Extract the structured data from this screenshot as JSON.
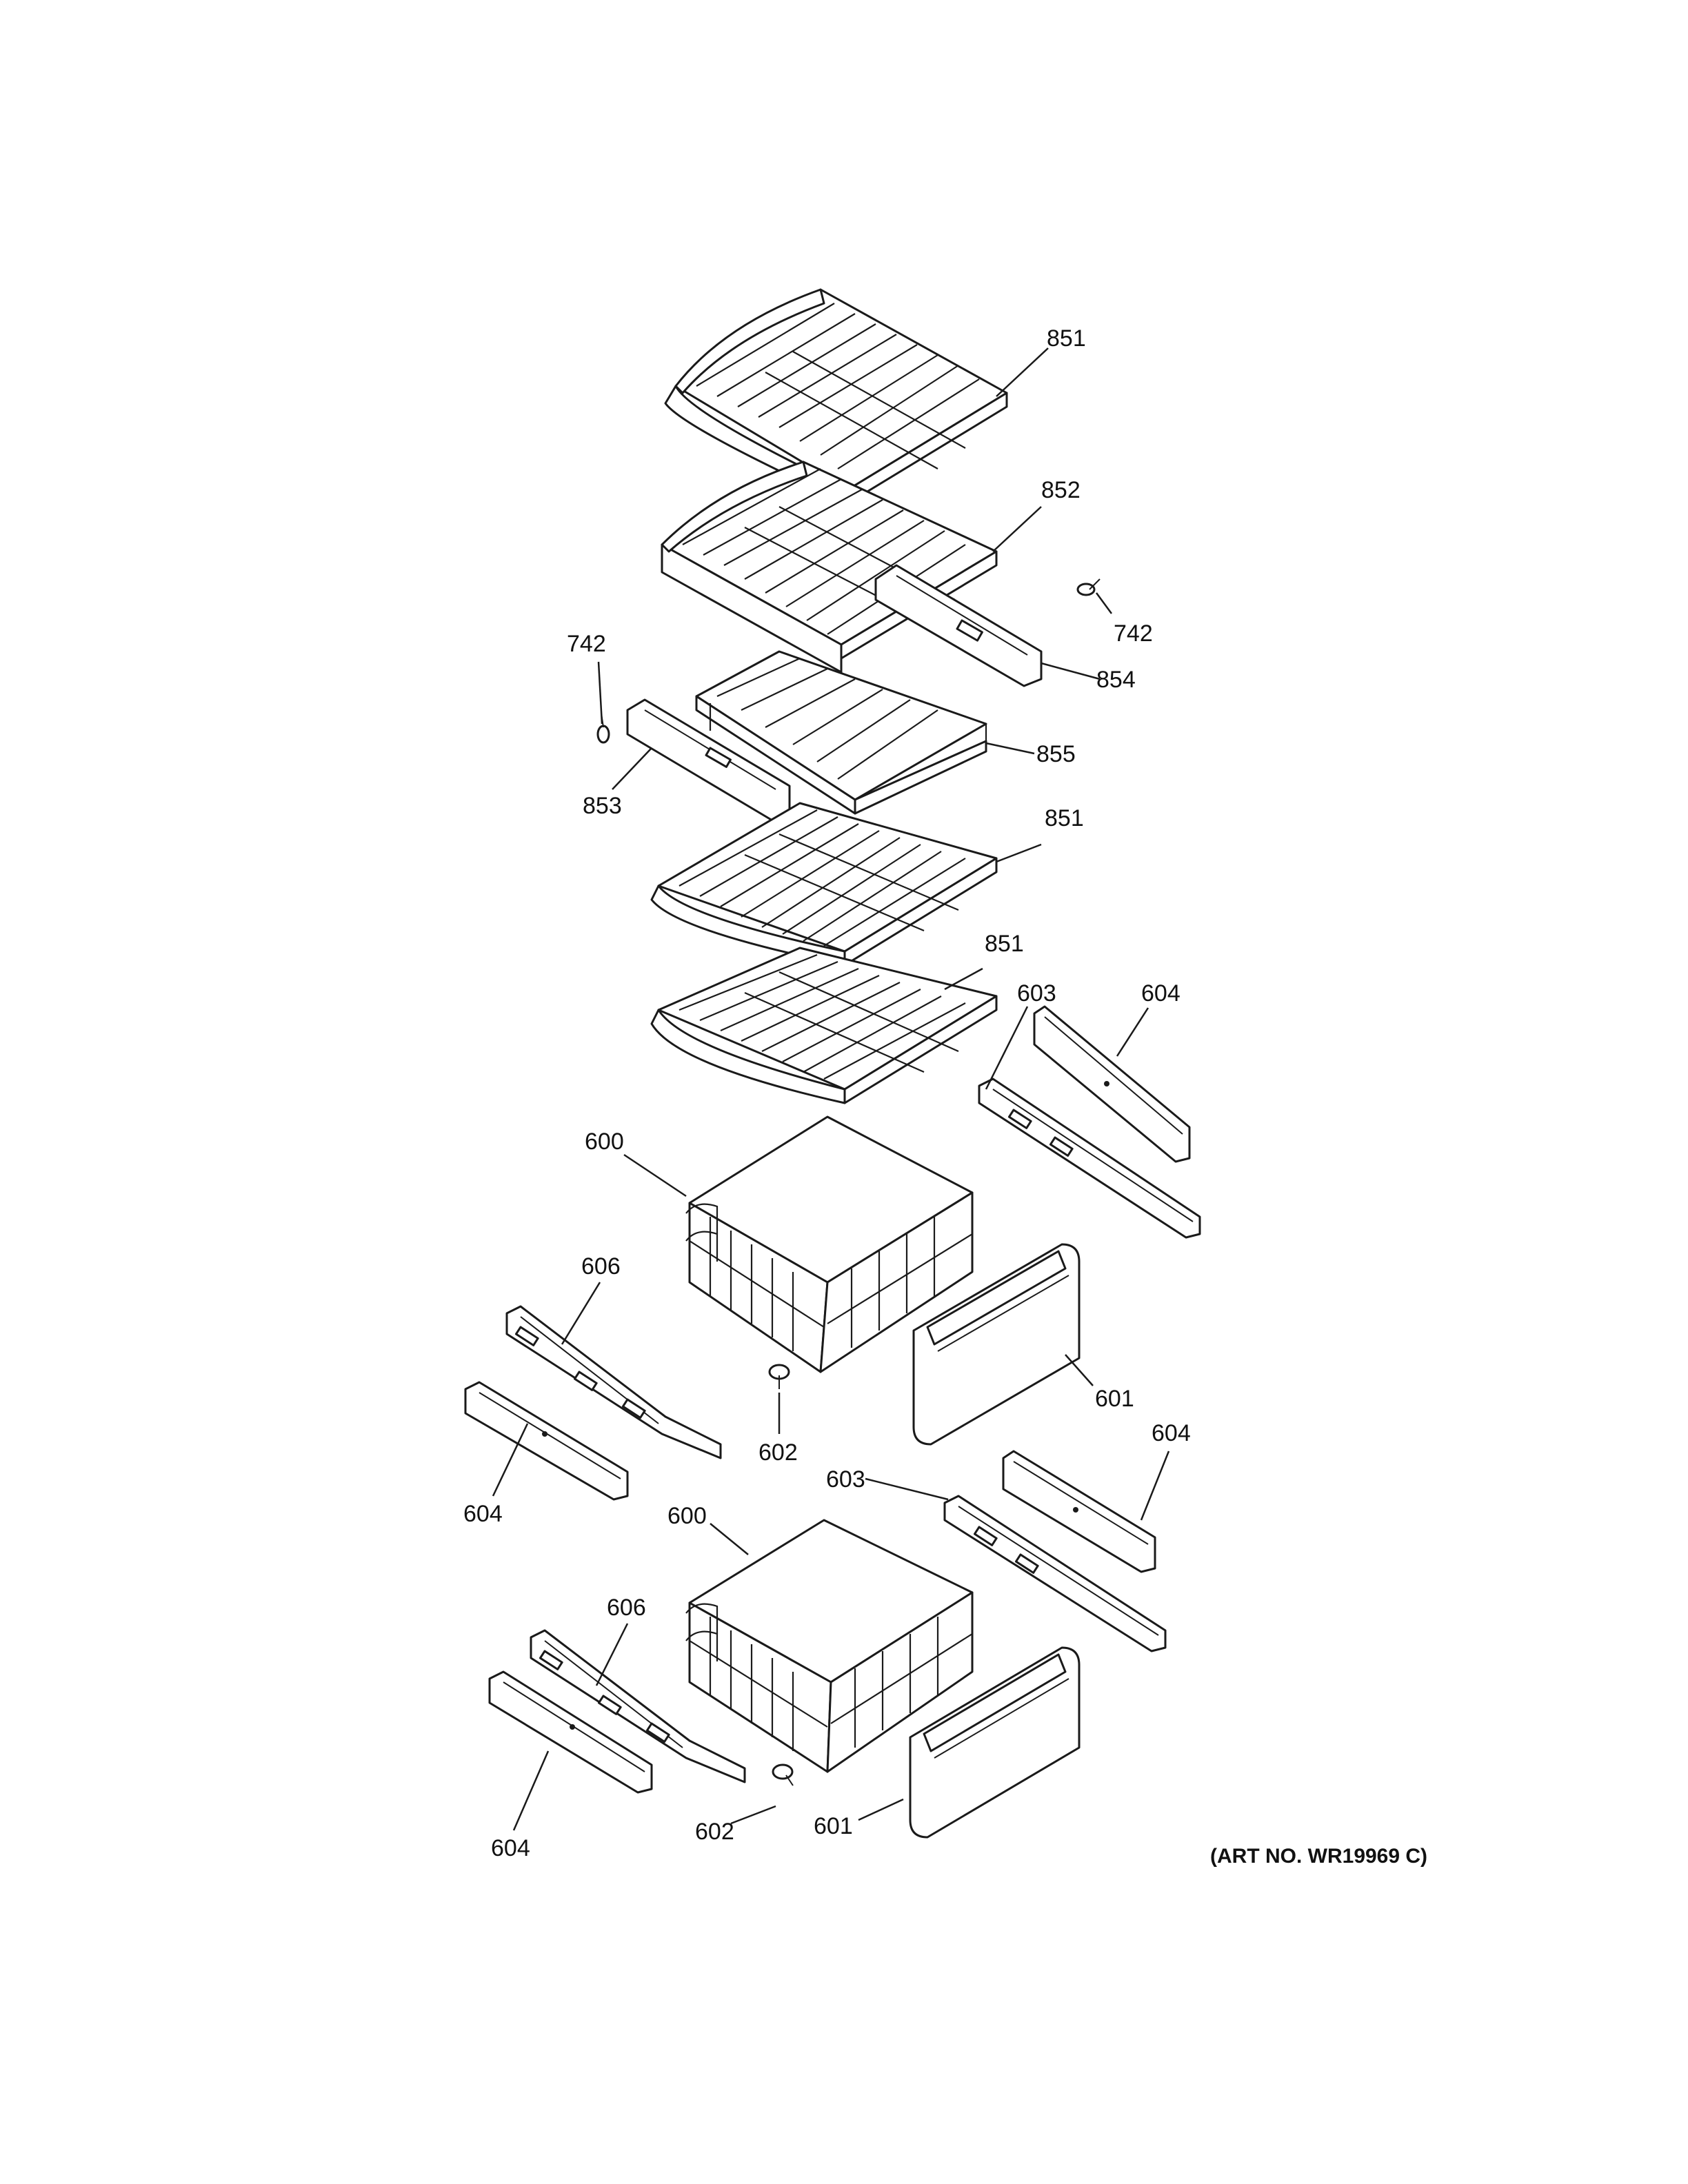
{
  "callouts": [
    {
      "id": "c-851a",
      "text": "851"
    },
    {
      "id": "c-852",
      "text": "852"
    },
    {
      "id": "c-742a",
      "text": "742"
    },
    {
      "id": "c-742b",
      "text": "742"
    },
    {
      "id": "c-854",
      "text": "854"
    },
    {
      "id": "c-855",
      "text": "855"
    },
    {
      "id": "c-853",
      "text": "853"
    },
    {
      "id": "c-851b",
      "text": "851"
    },
    {
      "id": "c-851c",
      "text": "851"
    },
    {
      "id": "c-603a",
      "text": "603"
    },
    {
      "id": "c-604a",
      "text": "604"
    },
    {
      "id": "c-600a",
      "text": "600"
    },
    {
      "id": "c-606a",
      "text": "606"
    },
    {
      "id": "c-601a",
      "text": "601"
    },
    {
      "id": "c-602a",
      "text": "602"
    },
    {
      "id": "c-604b",
      "text": "604"
    },
    {
      "id": "c-604c",
      "text": "604"
    },
    {
      "id": "c-603b",
      "text": "603"
    },
    {
      "id": "c-600b",
      "text": "600"
    },
    {
      "id": "c-606b",
      "text": "606"
    },
    {
      "id": "c-604d",
      "text": "604"
    },
    {
      "id": "c-602b",
      "text": "602"
    },
    {
      "id": "c-601b",
      "text": "601"
    }
  ],
  "art_number": "(ART NO. WR19969 C)"
}
